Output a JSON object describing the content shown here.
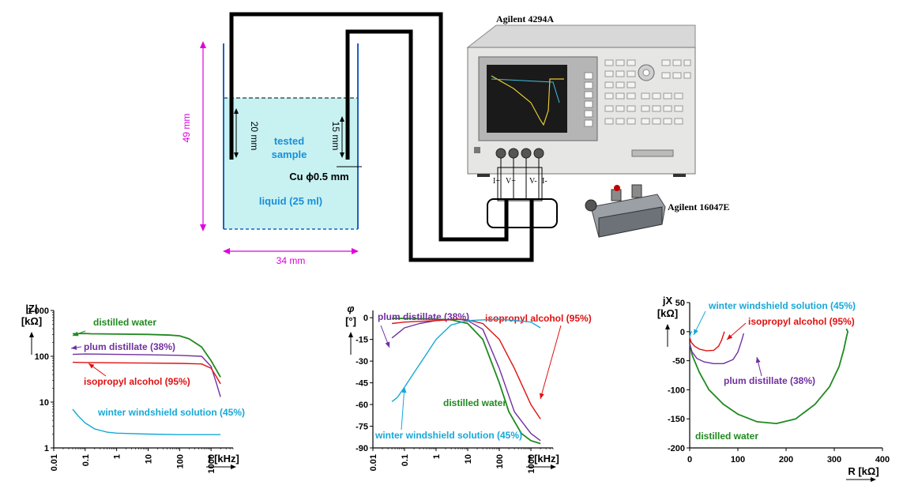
{
  "colors": {
    "distilled_water": "#1f8a1f",
    "plum_distillate": "#7030a0",
    "isopropyl_alcohol": "#e01010",
    "winter_windshield": "#16a8d8",
    "liquid_fill": "#c8f2f2",
    "dimension": "#e000e0",
    "label_blue": "#1a8fd8"
  },
  "setup": {
    "instrument_label": "Agilent 4294A",
    "fixture_label": "Agilent 16047E",
    "height_dim": "49 mm",
    "width_dim": "34 mm",
    "electrode_left_dim": "20 mm",
    "electrode_right_dim": "15 mm",
    "wire_label": "Cu ϕ0.5 mm",
    "sample_label_1": "tested",
    "sample_label_2": "sample",
    "liquid_label": "liquid (25 ml)",
    "terminals": [
      "I+",
      "V+",
      "V-",
      "I-"
    ]
  },
  "chart_data": [
    {
      "type": "line",
      "id": "impedance",
      "ylabel_1": "|Z|",
      "ylabel_2": "[kΩ]",
      "xlabel": "f [kHz]",
      "x_scale": "log",
      "y_scale": "log",
      "xlim": [
        0.01,
        5000
      ],
      "ylim": [
        1,
        1000
      ],
      "x_ticks": [
        "0.01",
        "0.1",
        "1",
        "10",
        "100",
        "1000"
      ],
      "y_ticks": [
        "1",
        "10",
        "100",
        "1 000"
      ],
      "series": [
        {
          "name": "distilled water",
          "key": "distilled_water",
          "x": [
            0.04,
            0.1,
            0.15,
            1,
            10,
            50,
            100,
            200,
            500,
            1000,
            2000
          ],
          "y": [
            310,
            315,
            310,
            305,
            300,
            290,
            280,
            240,
            160,
            80,
            35
          ]
        },
        {
          "name": "plum distillate (38%)",
          "key": "plum_distillate",
          "x": [
            0.04,
            0.1,
            1,
            10,
            100,
            500,
            1000,
            1500,
            2000
          ],
          "y": [
            110,
            112,
            110,
            108,
            105,
            100,
            60,
            25,
            13
          ]
        },
        {
          "name": "isopropyl alcohol (95%)",
          "key": "isopropyl_alcohol",
          "x": [
            0.04,
            0.1,
            1,
            10,
            100,
            500,
            1000,
            1500,
            2000
          ],
          "y": [
            74,
            73,
            72,
            71,
            70,
            68,
            55,
            35,
            25
          ]
        },
        {
          "name": "winter windshield solution (45%)",
          "key": "winter_windshield",
          "x": [
            0.04,
            0.06,
            0.1,
            0.2,
            0.5,
            1,
            10,
            100,
            1000,
            2000
          ],
          "y": [
            7,
            5,
            3.5,
            2.6,
            2.2,
            2.1,
            2.0,
            1.95,
            1.95,
            1.95
          ]
        }
      ]
    },
    {
      "type": "line",
      "id": "phase",
      "ylabel_1": "φ",
      "ylabel_2": "[°]",
      "xlabel": "f [kHz]",
      "x_scale": "log",
      "y_scale": "linear",
      "xlim": [
        0.01,
        5000
      ],
      "ylim": [
        -90,
        5
      ],
      "x_ticks": [
        "0.01",
        "0.1",
        "1",
        "10",
        "100",
        "1000"
      ],
      "y_ticks": [
        "0",
        "-15",
        "-30",
        "-45",
        "-60",
        "-75",
        "-90"
      ],
      "series": [
        {
          "name": "distilled water",
          "key": "distilled_water",
          "x": [
            0.04,
            0.1,
            1,
            3,
            10,
            30,
            100,
            200,
            500,
            1000,
            2000
          ],
          "y": [
            -0.5,
            -0.5,
            -1,
            -1.5,
            -4,
            -15,
            -45,
            -65,
            -80,
            -85,
            -87
          ]
        },
        {
          "name": "plum distillate (38%)",
          "key": "plum_distillate",
          "x": [
            0.04,
            0.06,
            0.1,
            0.3,
            1,
            5,
            10,
            30,
            100,
            300,
            1000,
            2000
          ],
          "y": [
            -14,
            -11,
            -7,
            -4,
            -2,
            -1,
            -2,
            -8,
            -35,
            -65,
            -80,
            -85
          ]
        },
        {
          "name": "isopropyl alcohol (95%)",
          "key": "isopropyl_alcohol",
          "x": [
            0.04,
            0.1,
            1,
            5,
            10,
            30,
            100,
            300,
            1000,
            2000
          ],
          "y": [
            -4,
            -3,
            -2,
            -1,
            -1.5,
            -4,
            -15,
            -35,
            -60,
            -70
          ]
        },
        {
          "name": "winter windshield solution (45%)",
          "key": "winter_windshield",
          "x": [
            0.04,
            0.06,
            0.1,
            0.2,
            0.5,
            1,
            3,
            10,
            100,
            1000,
            2000
          ],
          "y": [
            -58,
            -55,
            -48,
            -38,
            -25,
            -15,
            -5,
            -2,
            -1,
            -3,
            -7
          ]
        }
      ]
    },
    {
      "type": "line",
      "id": "nyquist",
      "ylabel_1": "jX",
      "ylabel_2": "[kΩ]",
      "xlabel": "R [kΩ]",
      "x_scale": "linear",
      "y_scale": "linear",
      "xlim": [
        0,
        400
      ],
      "ylim": [
        -200,
        50
      ],
      "x_ticks": [
        "0",
        "100",
        "200",
        "300",
        "400"
      ],
      "y_ticks": [
        "50",
        "0",
        "-50",
        "-100",
        "-150",
        "-200"
      ],
      "series": [
        {
          "name": "distilled water",
          "key": "distilled_water",
          "x": [
            0,
            5,
            20,
            40,
            70,
            100,
            140,
            180,
            220,
            260,
            290,
            310,
            320,
            325,
            328,
            325
          ],
          "y": [
            -20,
            -40,
            -70,
            -100,
            -125,
            -142,
            -155,
            -158,
            -150,
            -125,
            -95,
            -60,
            -30,
            -10,
            0,
            5
          ]
        },
        {
          "name": "plum distillate (38%)",
          "key": "plum_distillate",
          "x": [
            0,
            5,
            15,
            30,
            50,
            70,
            90,
            100,
            108,
            112
          ],
          "y": [
            -20,
            -35,
            -46,
            -52,
            -55,
            -55,
            -48,
            -35,
            -15,
            -3
          ]
        },
        {
          "name": "isopropyl alcohol (95%)",
          "key": "isopropyl_alcohol",
          "x": [
            0,
            3,
            10,
            20,
            35,
            50,
            60,
            66,
            70,
            72
          ],
          "y": [
            -10,
            -18,
            -25,
            -30,
            -33,
            -32,
            -25,
            -15,
            -5,
            0
          ]
        },
        {
          "name": "winter windshield solution (45%)",
          "key": "winter_windshield",
          "x": [
            0,
            1,
            2,
            3,
            4,
            5
          ],
          "y": [
            -10,
            -6,
            -3,
            -1,
            0,
            0
          ]
        }
      ]
    }
  ]
}
